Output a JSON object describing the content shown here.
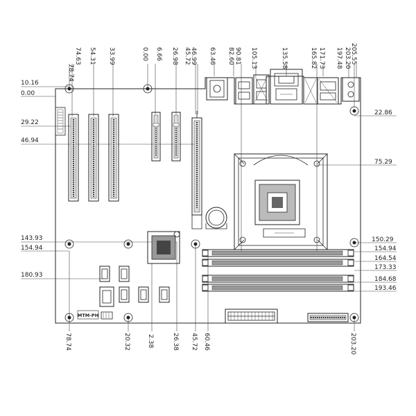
{
  "top_dimensions": [
    "78.74",
    "74.63",
    "54.31",
    "33.99",
    "0.00",
    "6.66",
    "26.98",
    "45.72",
    "46.99",
    "63.46",
    "82.60",
    "90.81",
    "105.13",
    "135.58",
    "165.82",
    "171.73",
    "197.48",
    "203.20",
    "205.55"
  ],
  "bottom_dimensions": [
    "78.74",
    "20.32",
    "2.38",
    "26.38",
    "45.72",
    "60.46",
    "203.20"
  ],
  "left_dimensions": [
    "10.16",
    "0.00",
    "29.22",
    "46.94",
    "143.93",
    "154.94",
    "180.93"
  ],
  "right_dimensions": [
    "22.86",
    "75.29",
    "150.29",
    "154.94",
    "164.54",
    "173.33",
    "184.68",
    "193.46"
  ],
  "board_label": "MTM-PH"
}
